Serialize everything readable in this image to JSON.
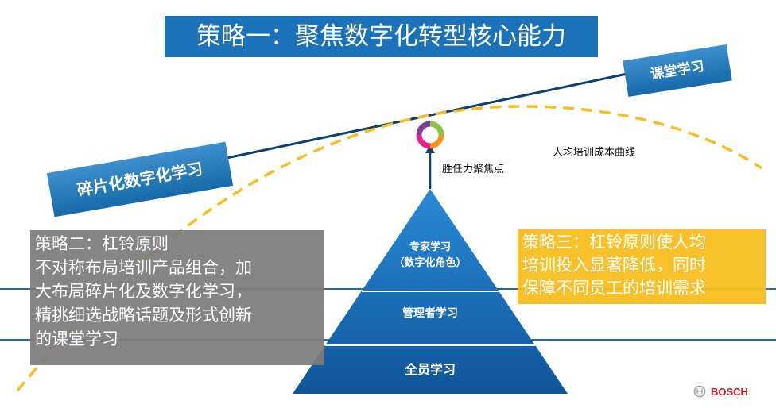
{
  "title": "策略一：聚焦数字化转型核心能力",
  "classroom_tag": "课堂学习",
  "fragment_tag": "碎片化数字化学习",
  "focus_point_label": "胜任力聚焦点",
  "cost_curve_label": "人均培训成本曲线",
  "pyramid": {
    "top_lines": [
      "专家学习",
      "（数字化角色）"
    ],
    "middle": "管理者学习",
    "bottom": "全员学习"
  },
  "strategy2": {
    "lines": [
      "策略二：杠铃原则",
      "不对称布局培训产品组合，加",
      "大布局碎片化及数字化学习，",
      "精挑细选战略话题及形式创新",
      "的课堂学习"
    ]
  },
  "strategy3": {
    "lines": [
      "策略三：杠铃原则使人均",
      "培训投入显著降低，同时",
      "保障不同员工的培训需求"
    ]
  },
  "logo_text": "BOSCH",
  "colors": {
    "blue": "#1b72b8",
    "dark_blue": "#0e3f74",
    "gold": "#f8be1f",
    "gray": "#7c7c7c",
    "bosch_red": "#d7191c"
  }
}
